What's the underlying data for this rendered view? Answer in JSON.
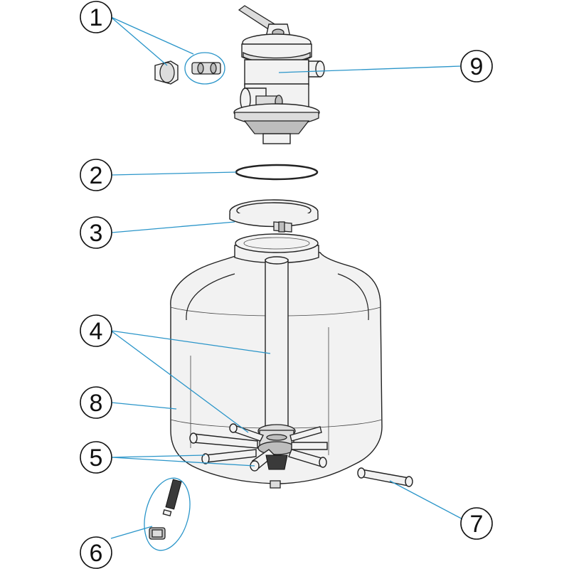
{
  "labels": [
    {
      "id": "1",
      "text": "1",
      "part": "Spare parts set"
    },
    {
      "id": "2",
      "text": "2",
      "part": "O-ring"
    },
    {
      "id": "3",
      "text": "3",
      "part": "Clamp"
    },
    {
      "id": "4",
      "text": "4",
      "part": "Collector with laterals"
    },
    {
      "id": "5",
      "text": "5",
      "part": "Lateral"
    },
    {
      "id": "6",
      "text": "6",
      "part": "Drain"
    },
    {
      "id": "7",
      "text": "7",
      "part": "Connector"
    },
    {
      "id": "8",
      "text": "8",
      "part": "Tank"
    },
    {
      "id": "9",
      "text": "9",
      "part": "Multiport valve"
    }
  ],
  "colors": {
    "leader": "#2a95c9",
    "outline": "#222222",
    "background": "#ffffff"
  }
}
